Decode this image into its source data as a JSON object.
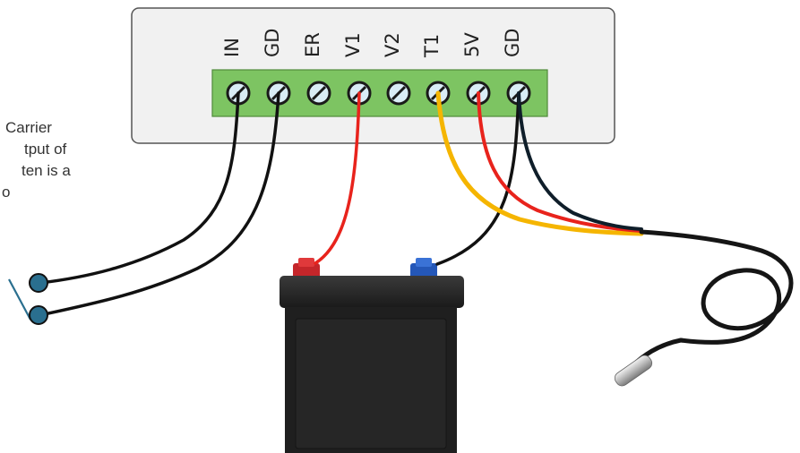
{
  "terminal_block": {
    "labels": [
      "IN",
      "GD",
      "ER",
      "V1",
      "V2",
      "T1",
      "5V",
      "GD"
    ]
  },
  "side_note": {
    "lines": [
      "Carrier",
      "tput of",
      "ten is a",
      "o"
    ]
  },
  "colors": {
    "terminal_green": "#7dc462",
    "wire_black": "#111111",
    "wire_red": "#e8231c",
    "wire_yellow": "#f5b500",
    "battery_body": "#1d1d1d",
    "positive_post": "#c4262a",
    "negative_post": "#2457b8",
    "switch_contact": "#2a6f8f"
  },
  "components": {
    "terminal_block": "screw-terminal-block",
    "battery": "battery",
    "switch": "input-switch",
    "sensor": "temperature-probe"
  }
}
